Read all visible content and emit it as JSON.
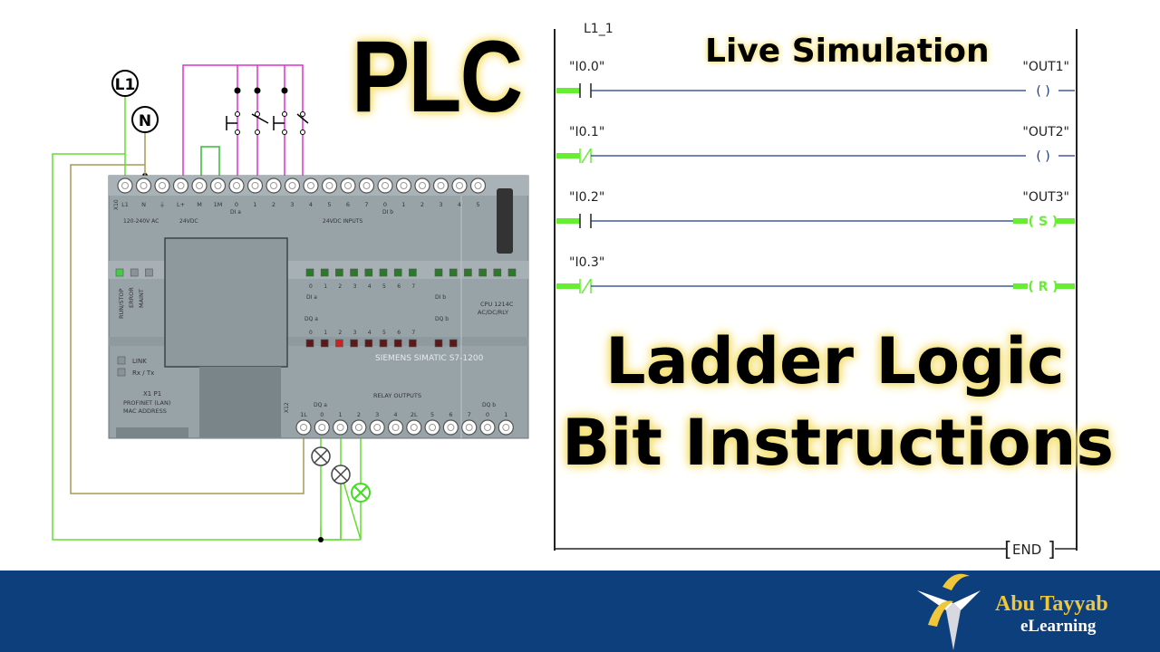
{
  "title": "PLC",
  "subtitle": "Live  Simulation",
  "headline_line1": "Ladder Logic",
  "headline_line2": "Bit Instructions",
  "ladder": {
    "network_label": "L1_1",
    "end_label": "END",
    "rungs": [
      {
        "input": "\"I0.0\"",
        "contact": "NO",
        "output": "\"OUT1\"",
        "coil": "( )",
        "active": false
      },
      {
        "input": "\"I0.1\"",
        "contact": "NC",
        "output": "\"OUT2\"",
        "coil": "( )",
        "active": false
      },
      {
        "input": "\"I0.2\"",
        "contact": "NO",
        "output": "\"OUT3\"",
        "coil": "( S )",
        "active": true
      },
      {
        "input": "\"I0.3\"",
        "contact": "NC",
        "output": "",
        "coil": "( R )",
        "active": true
      }
    ]
  },
  "plc": {
    "supply_l1": "L1",
    "supply_n": "N",
    "terminal_labels_top": [
      "L1",
      "N",
      "⏚",
      "L+",
      "M",
      "1M",
      "0",
      "1",
      "2",
      "3",
      "4",
      "5",
      "6",
      "7",
      "0",
      "1",
      "2",
      "3",
      "4",
      "5"
    ],
    "group_labels_top": [
      "120-240V AC",
      "24VDC",
      "DI a",
      "24VDC INPUTS",
      "DI b"
    ],
    "status_leds": [
      "RUN/STOP",
      "ERROR",
      "MAINT"
    ],
    "di_a": "DI a",
    "di_b": "DI b",
    "dq_a": "DQ a",
    "dq_b": "DQ b",
    "cpu_model": "CPU 1214C",
    "cpu_type": "AC/DC/RLY",
    "link": "LINK",
    "rxtx": "Rx / Tx",
    "x1p1": "X1 P1",
    "profinet": "PROFINET (LAN)",
    "mac": "MAC ADDRESS",
    "brand_model": "SIEMENS SIMATIC S7-1200",
    "relay_outputs": "RELAY OUTPUTS",
    "x10": "X10",
    "x12": "X12",
    "terminal_labels_bottom": [
      "1L",
      "0",
      "1",
      "2",
      "3",
      "4",
      "2L",
      "5",
      "6",
      "7",
      "0",
      "1"
    ]
  },
  "brand": {
    "name": "Abu Tayyab",
    "sub": "eLearning"
  },
  "colors": {
    "active_green": "#66ee33",
    "footer_blue": "#0d3f7c",
    "title_glow": "#f5e27a",
    "brand_gold": "#f0c63a"
  }
}
